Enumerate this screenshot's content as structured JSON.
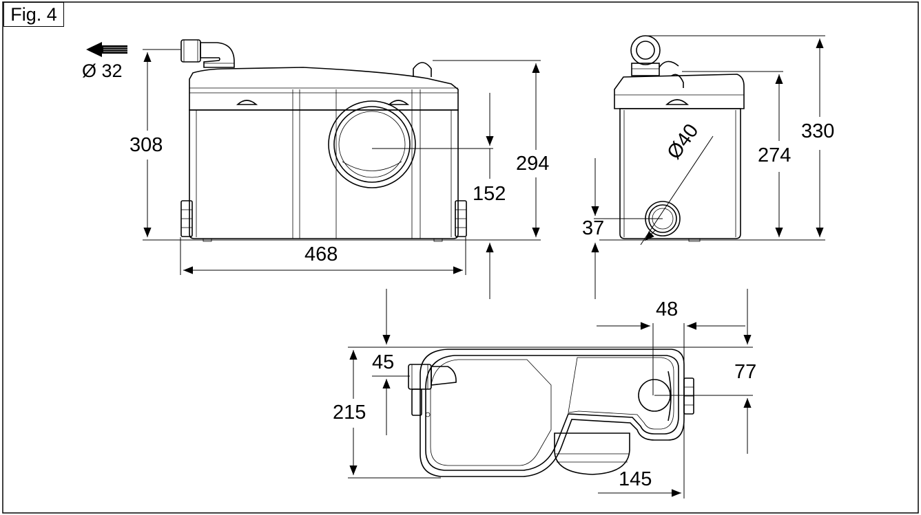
{
  "figure": {
    "label": "Fig. 4",
    "outlet_label": "Ø 32",
    "dimensions": {
      "width": "468",
      "height_outlet": "308",
      "height_top": "294",
      "inlet_height": "152",
      "side_height_body": "274",
      "side_height_total": "330",
      "side_inlet_diameter": "Ø40",
      "side_inlet_height": "37",
      "top_offset_48": "48",
      "top_offset_77": "77",
      "top_depth": "215",
      "top_outlet_offset": "45",
      "top_bottom_145": "145"
    }
  }
}
